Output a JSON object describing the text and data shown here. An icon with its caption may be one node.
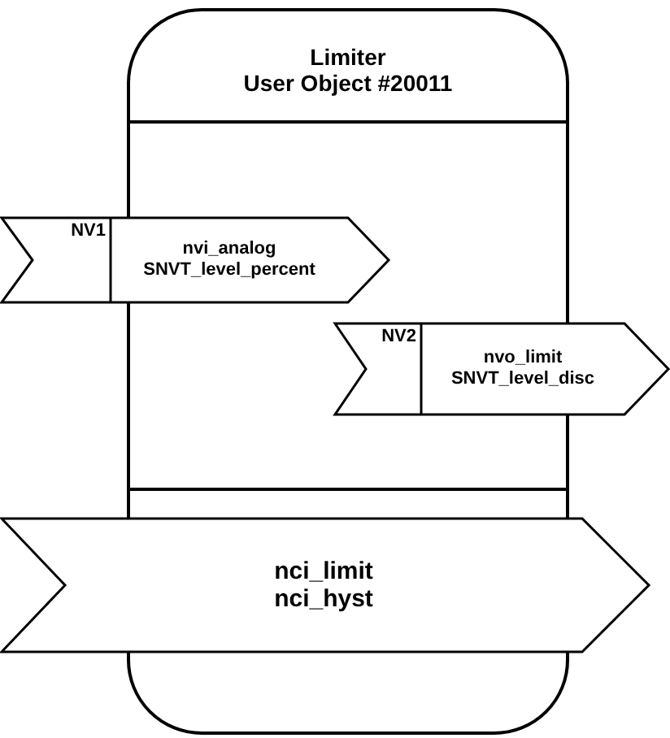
{
  "diagram": {
    "nodes": [
      {
        "text": [
          "Limiter",
          "User Object #20011"
        ]
      },
      {
        "text": [
          "NV1",
          "nvi_analog",
          "SNVT_level_percent"
        ]
      },
      {
        "text": [
          "NV2",
          "nvo_limit",
          "SNVT_level_disc"
        ]
      },
      {
        "text": [
          "nci_limit",
          "nci_hyst"
        ]
      }
    ]
  }
}
